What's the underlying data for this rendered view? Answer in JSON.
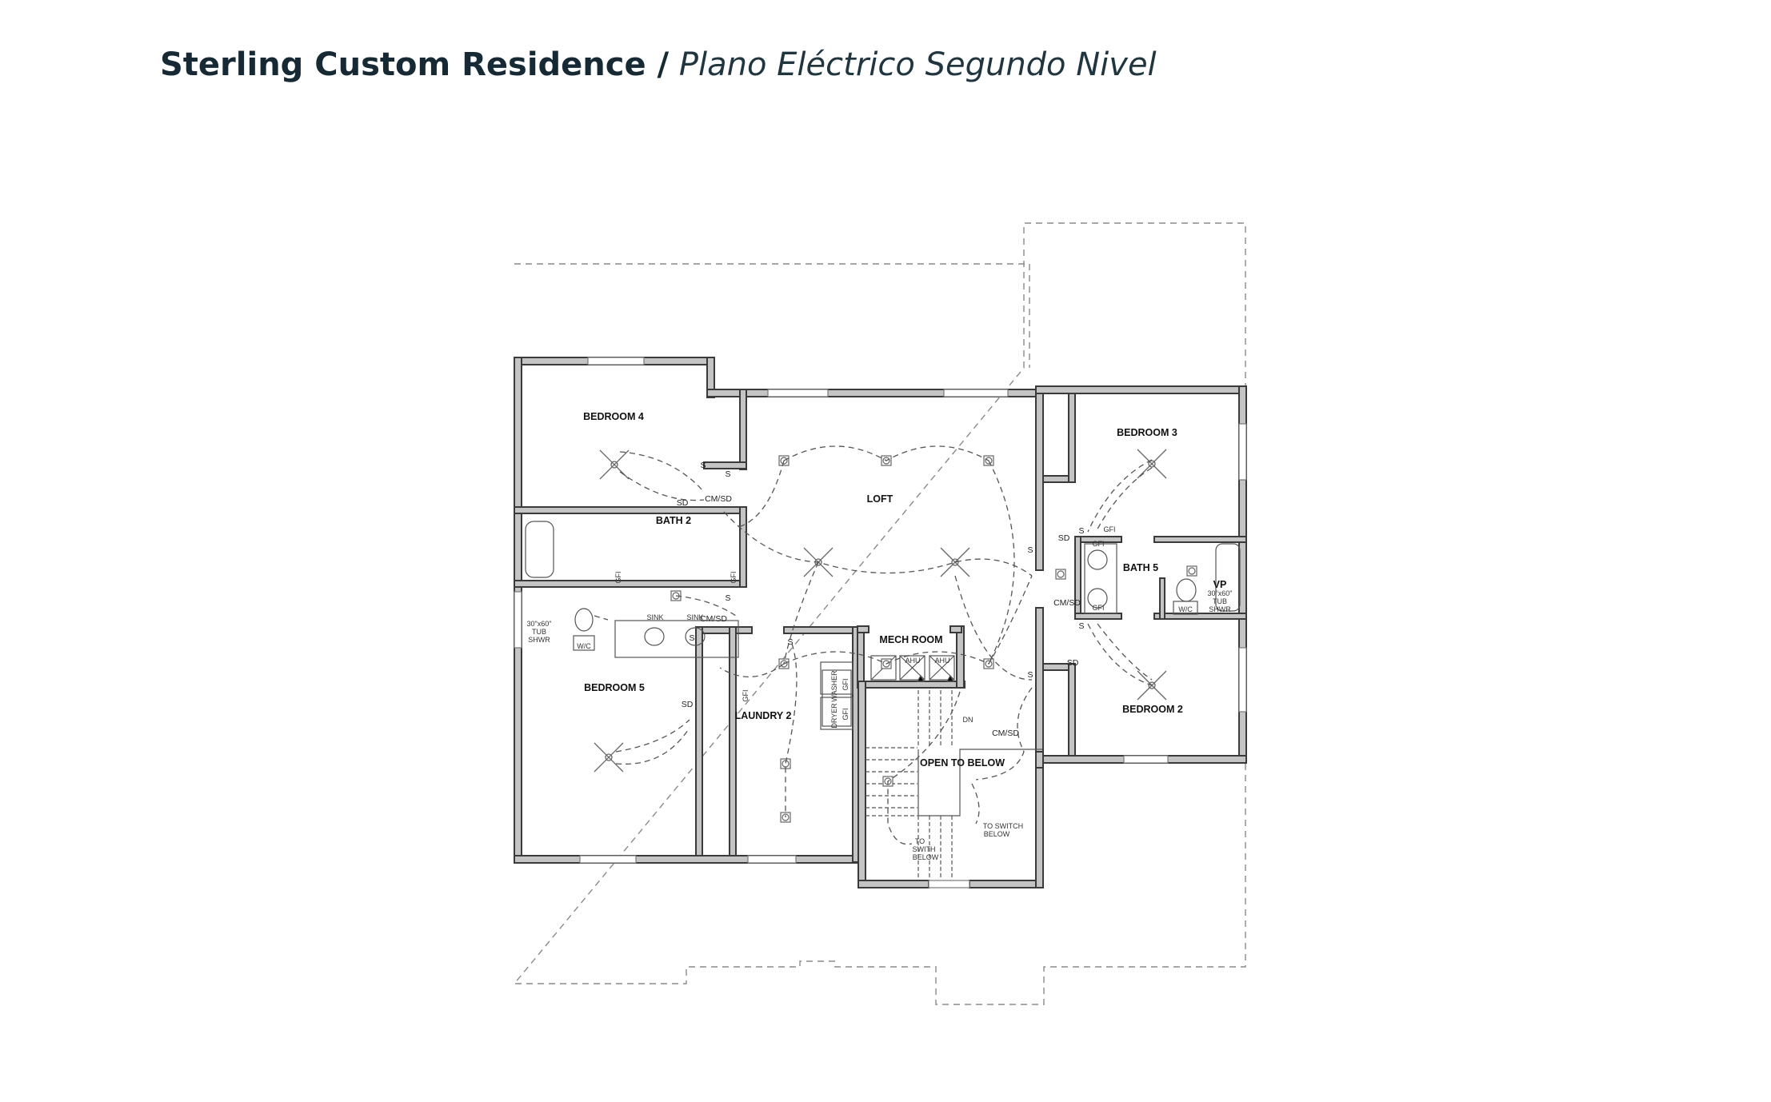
{
  "title": {
    "project": "Sterling Custom Residence /",
    "subtitle": "Plano Eléctrico Segundo Nivel"
  },
  "rooms": {
    "bedroom4": "BEDROOM 4",
    "loft": "LOFT",
    "bath2": "BATH 2",
    "bedroom5": "BEDROOM 5",
    "laundry2": "LAUNDRY 2",
    "mech_room": "MECH ROOM",
    "open_to_below": "OPEN TO BELOW",
    "bedroom3": "BEDROOM 3",
    "bath5": "BATH 5",
    "bedroom2": "BEDROOM 2"
  },
  "annotations": {
    "sd": "SD",
    "cmsd": "CM/SD",
    "sink": "SINK",
    "wc": "W/C",
    "tub1": "30\"x60\"",
    "tub2": "TUB",
    "tub3": "SHWR",
    "gfi": "GFI",
    "washer": "WASHER",
    "dryer": "DRYER",
    "ahu": "AHU",
    "dn": "DN",
    "vp": "VP",
    "switch": "S",
    "to_switch_below_1": "TO SWITCH",
    "to_switch_below_2": "BELOW",
    "to_swith_below_1": "TO",
    "to_swith_below_2": "SWITH",
    "to_swith_below_3": "BELOW"
  }
}
